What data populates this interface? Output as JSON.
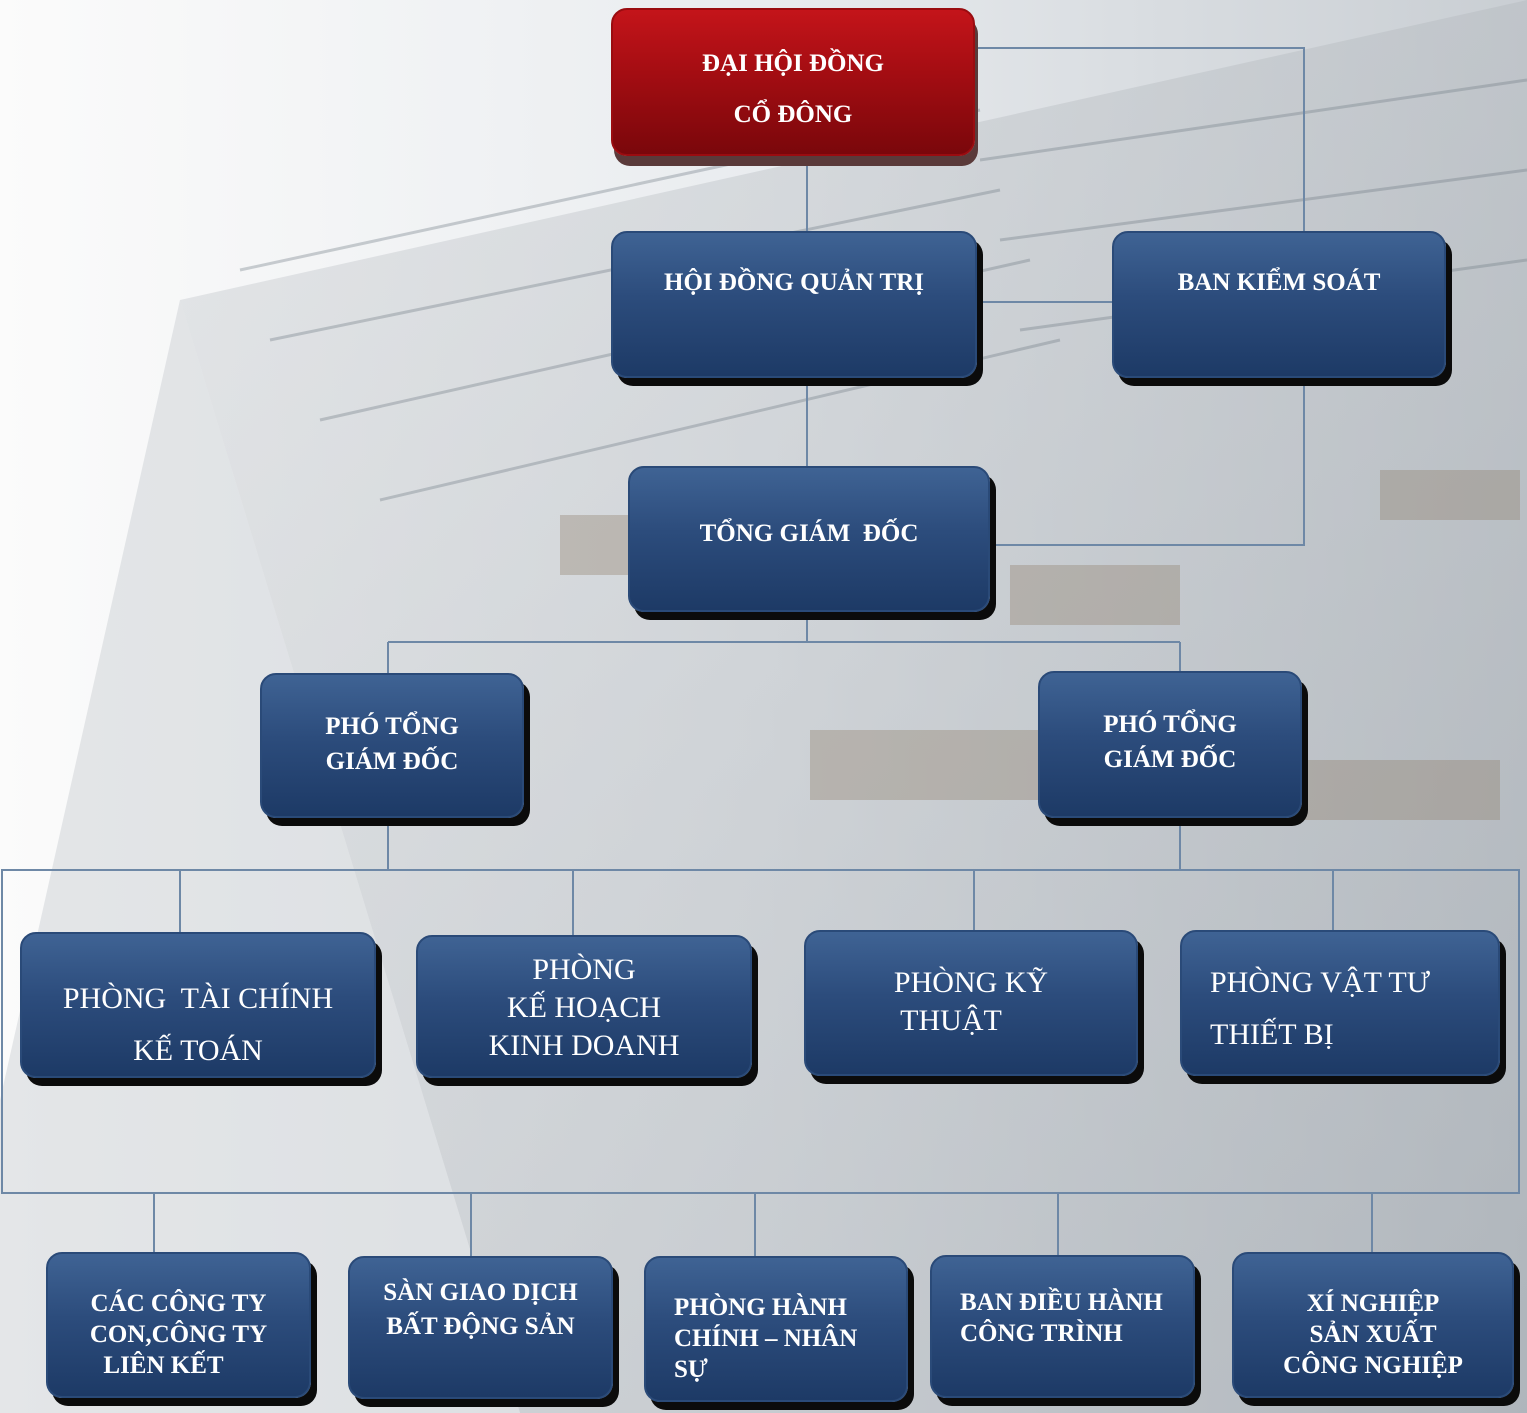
{
  "colors": {
    "node_fill": "#2c4c7c",
    "top_fill": "#a30d12",
    "connector": "#6e88a6"
  },
  "nodes": {
    "dhdcd": [
      "ĐẠI HỘI ĐỒNG",
      "CỔ ĐÔNG"
    ],
    "hdqt": [
      "HỘI ĐỒNG QUẢN TRỊ"
    ],
    "bks": [
      "BAN KIỂM SOÁT"
    ],
    "tgd": [
      "TỔNG GIÁM  ĐỐC"
    ],
    "ptgd_left": [
      "PHÓ TỔNG",
      "GIÁM ĐỐC"
    ],
    "ptgd_right": [
      "PHÓ TỔNG",
      "GIÁM ĐỐC"
    ],
    "p_tckt": [
      "PHÒNG  TÀI CHÍNH",
      "KẾ TOÁN"
    ],
    "p_khkd": [
      "PHÒNG",
      "KẾ HOẠCH",
      "KINH DOANH"
    ],
    "p_kt": [
      "PHÒNG KỸ",
      "THUẬT"
    ],
    "p_vttb": [
      "PHÒNG VẬT TƯ",
      "THIẾT BỊ"
    ],
    "cty_con": [
      "CÁC CÔNG TY",
      "CON,CÔNG TY",
      "LIÊN KẾT"
    ],
    "san_gd": [
      "SÀN GIAO DỊCH",
      "BẤT ĐỘNG SẢN"
    ],
    "p_hcns": [
      "PHÒNG HÀNH",
      "CHÍNH – NHÂN",
      "SỰ"
    ],
    "bdh_ct": [
      "BAN ĐIỀU HÀNH",
      "CÔNG TRÌNH"
    ],
    "xn_sx": [
      "XÍ NGHIỆP",
      "SẢN XUẤT",
      "CÔNG NGHIỆP"
    ]
  }
}
